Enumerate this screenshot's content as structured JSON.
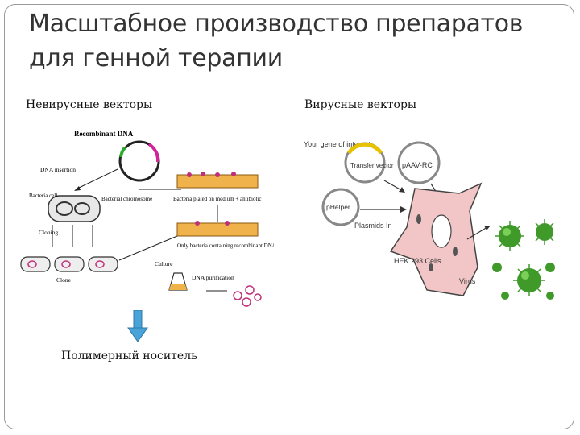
{
  "slide": {
    "title_line1": "Масштабное производство препаратов",
    "title_line2": "для генной терапии",
    "left_heading": "Невирусные векторы",
    "right_heading": "Вирусные векторы",
    "carrier_label": "Полимерный носитель"
  },
  "nonviral_figure": {
    "recombinant_dna": "Recombinant DNA",
    "dna_insertion": "DNA insertion",
    "bacteria_cell": "Bacteria cell",
    "bacterial_chromosome": "Bacterial chromosome",
    "bacteria_plated": "Bacteria plated on medium + antibiotic",
    "cloning": "Cloning",
    "clone": "Clone",
    "only_bacteria": "Only bacteria containing recombinant DNA grow",
    "culture": "Culture",
    "dna_purification": "DNA purification"
  },
  "viral_figure": {
    "your_gene": "Your gene of interest",
    "transfer_vector": "Transfer vector",
    "paav_rc": "pAAV-RC",
    "phelper": "pHelper",
    "plasmids_in": "Plasmids In",
    "hek_cells": "HEK 293 Cells",
    "virus": "Virus"
  },
  "colors": {
    "arrow_blue": "#4aa3d8",
    "cell_pink": "#f2c6c6",
    "virus_green": "#3f9a2a",
    "gene_yellow": "#e6c200"
  }
}
